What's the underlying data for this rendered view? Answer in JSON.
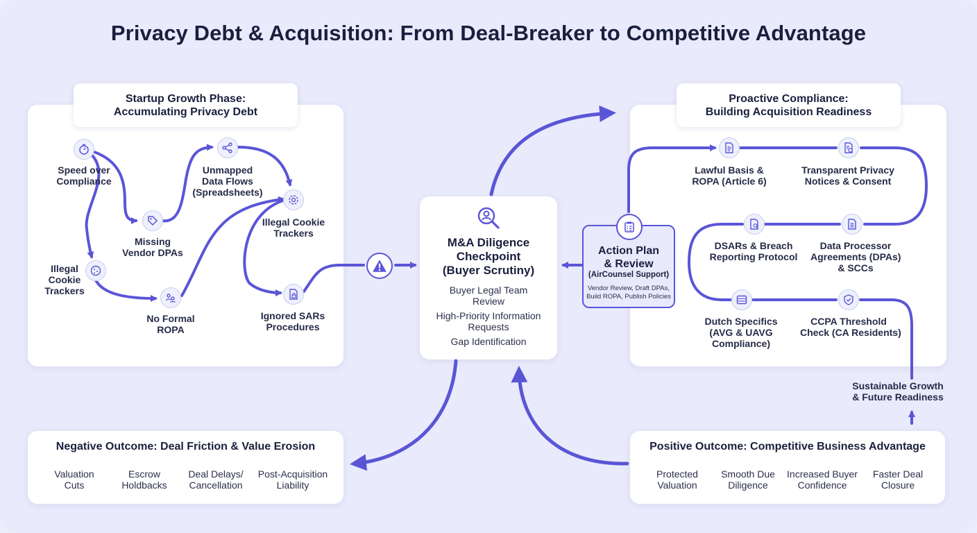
{
  "title": "Privacy Debt & Acquisition: From Deal-Breaker to Competitive Advantage",
  "colors": {
    "accent": "#5a55d6",
    "background": "#e9eafb",
    "card": "#ffffff",
    "text": "#1a1f3d"
  },
  "startup": {
    "heading": [
      "Startup Growth Phase:",
      "Accumulating Privacy Debt"
    ],
    "nodes": [
      {
        "icon": "stopwatch-icon",
        "label": [
          "Speed over",
          "Compliance"
        ]
      },
      {
        "icon": "tag-icon",
        "label": [
          "Missing",
          "Vendor DPAs"
        ]
      },
      {
        "icon": "share-icon",
        "label": [
          "Unmapped",
          "Data Flows",
          "(Spreadsheets)"
        ]
      },
      {
        "icon": "gear-icon",
        "label": [
          "Illegal Cookie",
          "Trackers"
        ]
      },
      {
        "icon": "cookie-icon",
        "label": [
          "Illegal",
          "Cookie",
          "Trackers"
        ]
      },
      {
        "icon": "people-icon",
        "label": [
          "No Formal",
          "ROPA"
        ]
      },
      {
        "icon": "document-lock-icon",
        "label": [
          "Ignored SARs",
          "Procedures"
        ]
      }
    ]
  },
  "checkpoint": {
    "title": [
      "M&A Diligence",
      "Checkpoint",
      "(Buyer Scrutiny)"
    ],
    "items": [
      [
        "Buyer Legal Team",
        "Review"
      ],
      [
        "High-Priority Information",
        "Requests"
      ],
      [
        "Gap Identification"
      ]
    ]
  },
  "action_plan": {
    "title": [
      "Action Plan",
      "& Review"
    ],
    "subtitle": "(AirCounsel Support)",
    "details": [
      "Vendor Review, Draft DPAs,",
      "Build ROPA, Publish Policies"
    ]
  },
  "proactive": {
    "heading": [
      "Proactive Compliance:",
      "Building Acquisition Readiness"
    ],
    "nodes": [
      {
        "icon": "document-list-icon",
        "label": [
          "Lawful Basis &",
          "ROPA (Article 6)"
        ]
      },
      {
        "icon": "document-check-icon",
        "label": [
          "Transparent Privacy",
          "Notices & Consent"
        ]
      },
      {
        "icon": "document-search-icon",
        "label": [
          "DSARs & Breach",
          "Reporting Protocol"
        ]
      },
      {
        "icon": "document-text-icon",
        "label": [
          "Data Processor",
          "Agreements (DPAs)",
          "& SCCs"
        ]
      },
      {
        "icon": "list-box-icon",
        "label": [
          "Dutch Specifics",
          "(AVG & UAVG",
          "Compliance)"
        ]
      },
      {
        "icon": "shield-check-icon",
        "label": [
          "CCPA Threshold",
          "Check (CA Residents)"
        ]
      }
    ],
    "growth_label": [
      "Sustainable Growth",
      "& Future Readiness"
    ]
  },
  "negative": {
    "heading": "Negative Outcome: Deal Friction & Value Erosion",
    "items": [
      [
        "Valuation",
        "Cuts"
      ],
      [
        "Escrow",
        "Holdbacks"
      ],
      [
        "Deal Delays/",
        "Cancellation"
      ],
      [
        "Post-Acquisition",
        "Liability"
      ]
    ]
  },
  "positive": {
    "heading": "Positive Outcome: Competitive Business Advantage",
    "items": [
      [
        "Protected",
        "Valuation"
      ],
      [
        "Smooth Due",
        "Diligence"
      ],
      [
        "Increased Buyer",
        "Confidence"
      ],
      [
        "Faster Deal",
        "Closure"
      ]
    ]
  }
}
